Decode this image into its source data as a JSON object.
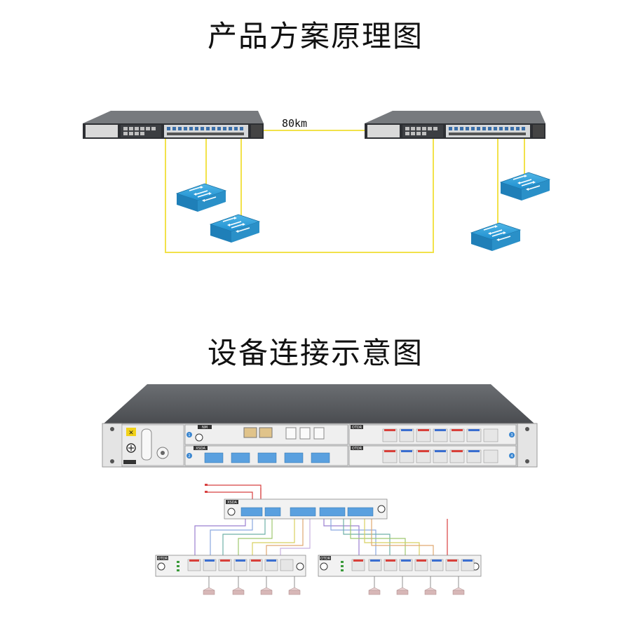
{
  "titles": {
    "top": "产品方案原理图",
    "bottom": "设备连接示意图"
  },
  "topology": {
    "distance_label": "80km",
    "link_color": "#f5e84a"
  },
  "devices": {
    "chassis": {
      "color": "#5a5c60"
    },
    "panel": {
      "mgmt_label": "NM",
      "xsda_label": "XSDA",
      "otdr_label": "OTDR",
      "otdr_label_2": "OTDR",
      "slot_numbers": [
        "1",
        "2",
        "3",
        "4"
      ]
    },
    "wiring": {
      "xsda_label": "XSDA",
      "otdr_left_label": "OTDR",
      "otdr_right_label": "OTDR"
    }
  }
}
